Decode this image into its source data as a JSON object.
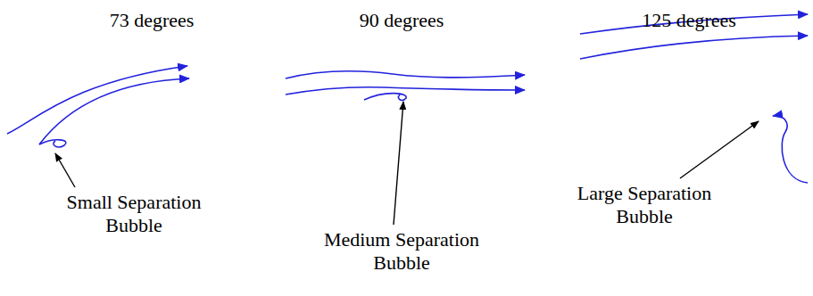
{
  "diagram": {
    "nodes": [
      {
        "text": [
          "73 degrees",
          "Small Separation Bubble"
        ]
      },
      {
        "text": [
          "90 degrees",
          "Medium Separation Bubble"
        ]
      },
      {
        "text": [
          "125 degrees",
          "Large Separation Bubble"
        ]
      }
    ]
  }
}
